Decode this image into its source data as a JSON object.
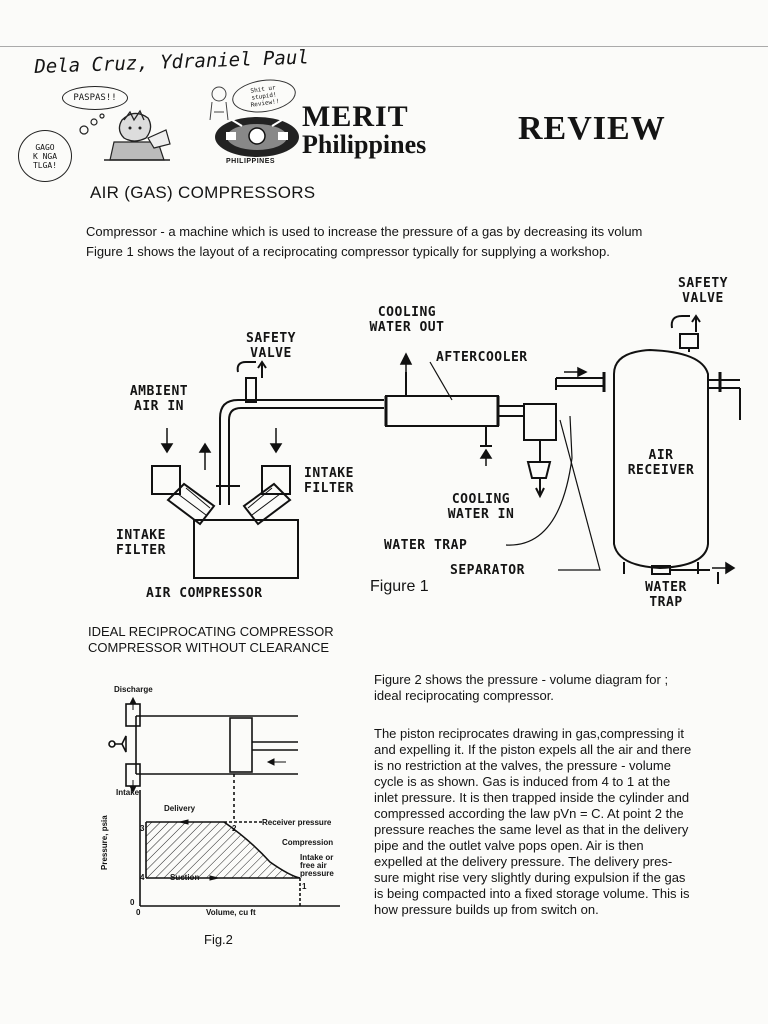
{
  "header": {
    "student_name": "Dela Cruz, Ydraniel Paul",
    "bubble_paspas": "PASPAS!!",
    "bubble_gago": [
      "GAGO",
      "K NGA",
      "TLGA!"
    ],
    "bubble_shit": [
      "Shit ur",
      "stupid!",
      "Review!!"
    ],
    "logo_small_text": "PHILIPPINES",
    "brand_line1": "MERIT",
    "brand_line2": "Philippines",
    "review": "REVIEW"
  },
  "section_title": "AIR (GAS) COMPRESSORS",
  "intro": {
    "line1": "Compressor - a machine which is used  to increase the pressure of a gas by decreasing its volum",
    "line2": "Figure 1 shows the layout of a  reciprocating compressor typically for supplying a workshop."
  },
  "figure1": {
    "caption": "Figure 1",
    "labels": {
      "safety_valve_right_1": "SAFETY",
      "safety_valve_right_2": "VALVE",
      "cooling_out_1": "COOLING",
      "cooling_out_2": "WATER OUT",
      "safety_valve_left_1": "SAFETY",
      "safety_valve_left_2": "VALVE",
      "aftercooler": "AFTERCOOLER",
      "ambient_1": "AMBIENT",
      "ambient_2": "AIR IN",
      "air_receiver_1": "AIR",
      "air_receiver_2": "RECEIVER",
      "intake_filter_right_1": "INTAKE",
      "intake_filter_right_2": "FILTER",
      "cooling_in_1": "COOLING",
      "cooling_in_2": "WATER IN",
      "intake_filter_left_1": "INTAKE",
      "intake_filter_left_2": "FILTER",
      "water_trap_mid": "WATER TRAP",
      "separator": "SEPARATOR",
      "air_compressor": "AIR COMPRESSOR",
      "water_trap_right_1": "WATER",
      "water_trap_right_2": "TRAP"
    }
  },
  "subheading": {
    "line1": "IDEAL RECIPROCATING COMPRESSOR",
    "line2": "COMPRESSOR WITHOUT CLEARANCE"
  },
  "figure2": {
    "caption": "Fig.2",
    "labels": {
      "discharge": "Discharge",
      "intake": "Intake",
      "delivery": "Delivery",
      "receiver_pressure": "Receiver pressure",
      "compression": "Compression",
      "intake_free_1": "Intake or",
      "intake_free_2": "free air",
      "intake_free_3": "pressure",
      "suction": "Suction",
      "y_axis": "Pressure, psia",
      "x_axis": "Volume, cu ft",
      "pt1": "1",
      "pt2": "2",
      "pt3": "3",
      "pt4": "4",
      "origin_y": "0",
      "origin_x": "0"
    }
  },
  "paragraph1": [
    "Figure 2 shows the pressure - volume diagram for ;",
    "ideal reciprocating compressor."
  ],
  "paragraph2": [
    "The piston reciprocates drawing in gas,compressing it",
    "and expelling it. If the piston expels all the air and there",
    "is no restriction at the valves, the pressure - volume",
    "cycle is as shown. Gas is induced from 4 to 1 at the",
    "inlet pressure. It is then trapped inside the cylinder and",
    "compressed according the law pVn = C. At point 2 the",
    "pressure reaches the same level as that in the delivery",
    "pipe and the outlet valve pops open. Air is then",
    "expelled    at the delivery pressure. The delivery pres-",
    "sure might rise very slightly during expulsion if the gas",
    "is being compacted into a fixed storage volume. This is",
    "how pressure builds up from switch on."
  ]
}
